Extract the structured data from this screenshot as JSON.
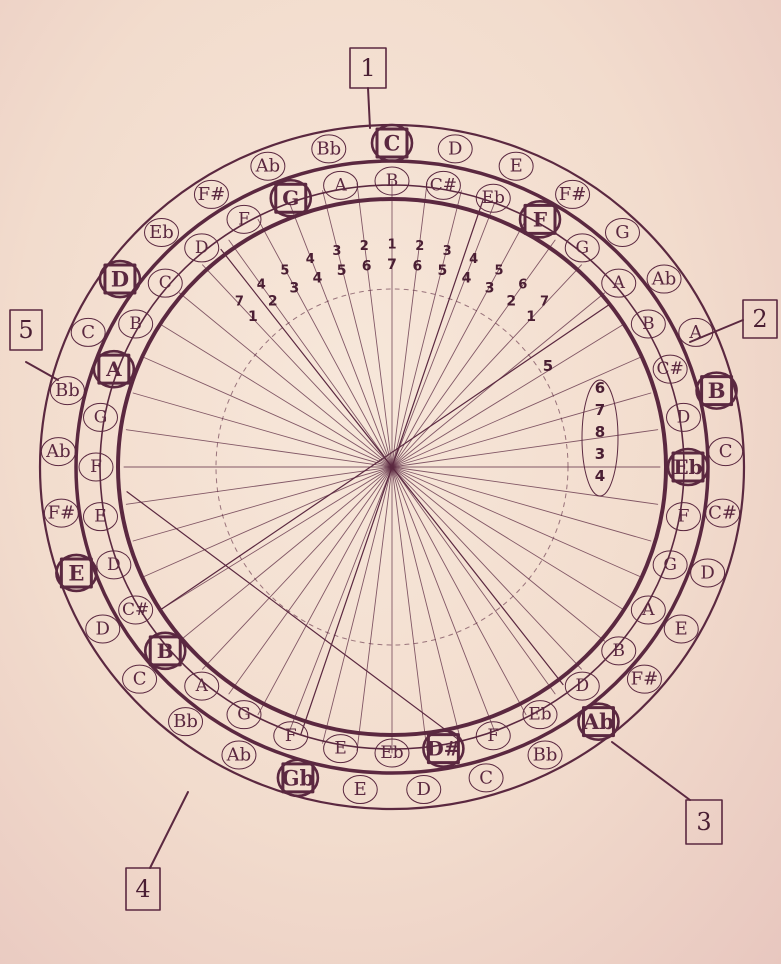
{
  "diagram": {
    "outer_ring": [
      {
        "label": "C",
        "marked": true
      },
      {
        "label": "D",
        "marked": false
      },
      {
        "label": "E",
        "marked": false
      },
      {
        "label": "F#",
        "marked": false
      },
      {
        "label": "G",
        "marked": false
      },
      {
        "label": "Ab",
        "marked": false
      },
      {
        "label": "A",
        "marked": false
      },
      {
        "label": "B",
        "marked": true
      },
      {
        "label": "C",
        "marked": false
      },
      {
        "label": "C#",
        "marked": false
      },
      {
        "label": "D",
        "marked": false
      },
      {
        "label": "E",
        "marked": false
      },
      {
        "label": "F#",
        "marked": false
      },
      {
        "label": "Ab",
        "marked": true
      },
      {
        "label": "Bb",
        "marked": false
      },
      {
        "label": "C",
        "marked": false
      },
      {
        "label": "D",
        "marked": false
      },
      {
        "label": "E",
        "marked": false
      },
      {
        "label": "Gb",
        "marked": true
      },
      {
        "label": "Ab",
        "marked": false
      },
      {
        "label": "Bb",
        "marked": false
      },
      {
        "label": "C",
        "marked": false
      },
      {
        "label": "D",
        "marked": false
      },
      {
        "label": "E",
        "marked": true
      },
      {
        "label": "F#",
        "marked": false
      },
      {
        "label": "Ab",
        "marked": false
      },
      {
        "label": "Bb",
        "marked": false
      },
      {
        "label": "C",
        "marked": false
      },
      {
        "label": "D",
        "marked": true
      },
      {
        "label": "Eb",
        "marked": false
      },
      {
        "label": "F#",
        "marked": false
      },
      {
        "label": "Ab",
        "marked": false
      },
      {
        "label": "Bb",
        "marked": false
      }
    ],
    "inner_ring": [
      {
        "label": "B",
        "marked": false
      },
      {
        "label": "C#",
        "marked": false
      },
      {
        "label": "Eb",
        "marked": false
      },
      {
        "label": "F",
        "marked": true
      },
      {
        "label": "G",
        "marked": false
      },
      {
        "label": "A",
        "marked": false
      },
      {
        "label": "B",
        "marked": false
      },
      {
        "label": "C#",
        "marked": false
      },
      {
        "label": "D",
        "marked": false
      },
      {
        "label": "Eb",
        "marked": true
      },
      {
        "label": "F",
        "marked": false
      },
      {
        "label": "G",
        "marked": false
      },
      {
        "label": "A",
        "marked": false
      },
      {
        "label": "B",
        "marked": false
      },
      {
        "label": "D",
        "marked": false
      },
      {
        "label": "Eb",
        "marked": false
      },
      {
        "label": "F",
        "marked": false
      },
      {
        "label": "D#",
        "marked": true
      },
      {
        "label": "Eb",
        "marked": false
      },
      {
        "label": "E",
        "marked": false
      },
      {
        "label": "F",
        "marked": false
      },
      {
        "label": "G",
        "marked": false
      },
      {
        "label": "A",
        "marked": false
      },
      {
        "label": "B",
        "marked": true
      },
      {
        "label": "C#",
        "marked": false
      },
      {
        "label": "D",
        "marked": false
      },
      {
        "label": "E",
        "marked": false
      },
      {
        "label": "F",
        "marked": false
      },
      {
        "label": "G",
        "marked": false
      },
      {
        "label": "A",
        "marked": true
      },
      {
        "label": "B",
        "marked": false
      },
      {
        "label": "C",
        "marked": false
      },
      {
        "label": "D",
        "marked": false
      },
      {
        "label": "F",
        "marked": false
      },
      {
        "label": "G",
        "marked": true
      },
      {
        "label": "A",
        "marked": false
      }
    ],
    "arc_numbers_upper": [
      "7",
      "4",
      "5",
      "4",
      "3",
      "2",
      "1",
      "2",
      "3",
      "4",
      "5",
      "6",
      "7"
    ],
    "arc_numbers_lower": [
      "1",
      "2",
      "3",
      "4",
      "5",
      "6",
      "7",
      "6",
      "5",
      "4",
      "3",
      "2",
      "1"
    ],
    "side_numbers": [
      "5",
      "6",
      "7",
      "8",
      "3",
      "4"
    ],
    "callouts": [
      "1",
      "2",
      "3",
      "4",
      "5"
    ],
    "colors": {
      "ink": "#5b2840",
      "ink_dark": "#4a1e33",
      "paper": "#f1dccd"
    }
  }
}
